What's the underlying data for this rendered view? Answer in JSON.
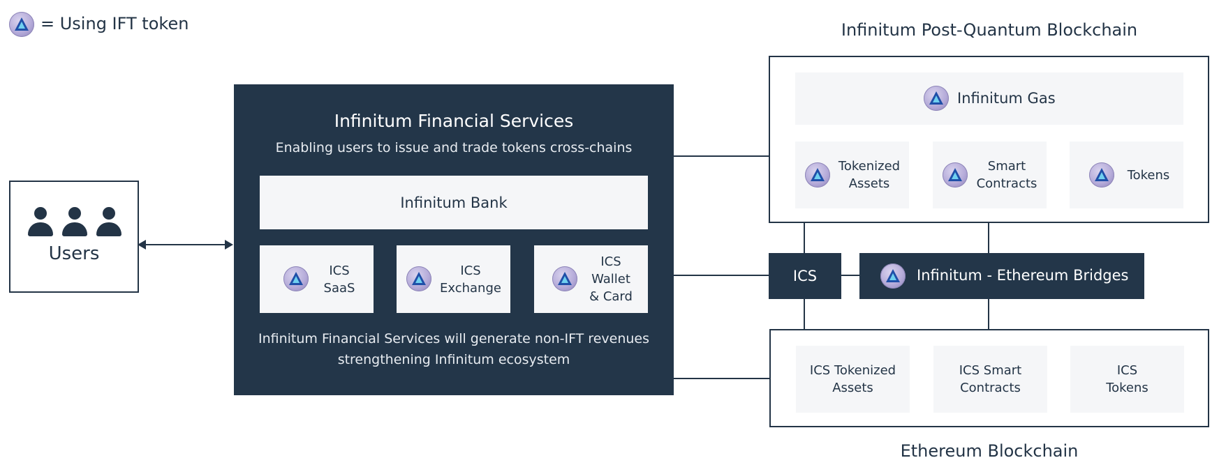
{
  "legend": {
    "label": "= Using IFT token"
  },
  "users": {
    "label": "Users"
  },
  "financial_services": {
    "title": "Infinitum Financial Services",
    "subtitle": "Enabling users to issue and trade tokens cross-chains",
    "bank": "Infinitum Bank",
    "products": [
      "ICS\nSaaS",
      "ICS\nExchange",
      "ICS\nWallet\n& Card"
    ],
    "footer": "Infinitum Financial Services will generate non-IFT revenues\nstrengthening Infinitum ecosystem"
  },
  "post_quantum": {
    "title": "Infinitum Post-Quantum Blockchain",
    "gas": "Infinitum Gas",
    "items": [
      "Tokenized\nAssets",
      "Smart\nContracts",
      "Tokens"
    ]
  },
  "middle": {
    "ics": "ICS",
    "bridges": "Infinitum - Ethereum Bridges"
  },
  "ethereum": {
    "title": "Ethereum Blockchain",
    "items": [
      "ICS Tokenized\nAssets",
      "ICS Smart\nContracts",
      "ICS\nTokens"
    ]
  },
  "colors": {
    "dark": "#233649",
    "light": "#f5f6f8",
    "token": "#b5abd9",
    "token_triangle": "#1f4fa8"
  },
  "icons": {
    "token": "ift-token-icon",
    "users": "user-group-icon"
  }
}
